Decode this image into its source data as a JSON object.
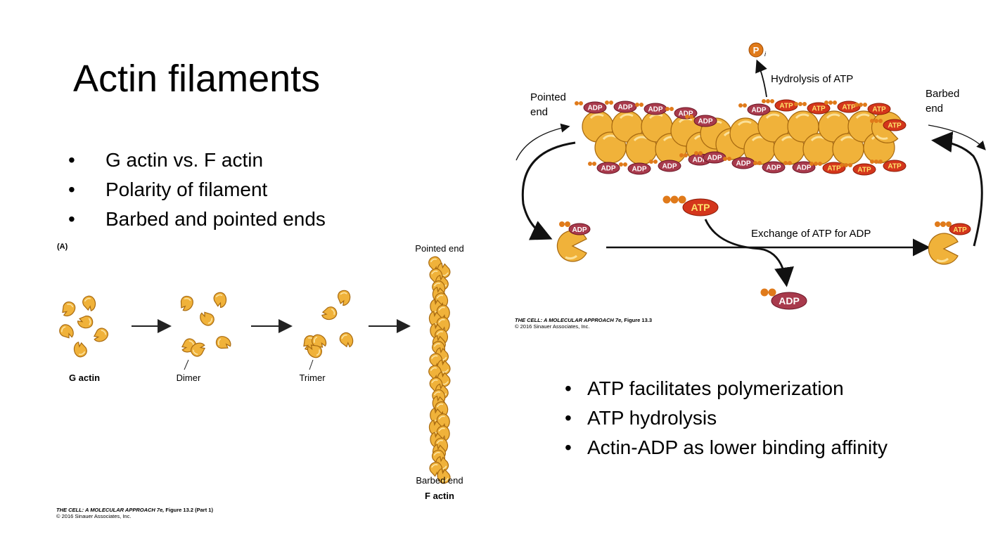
{
  "slide": {
    "title": "Actin filaments",
    "left_bullets": [
      "G actin vs. F actin",
      "Polarity of filament",
      "Barbed and pointed ends"
    ],
    "right_bullets": [
      "ATP facilitates polymerization",
      "ATP hydrolysis",
      "Actin-ADP as lower binding affinity"
    ],
    "bullet_char": "•"
  },
  "figure_a": {
    "panel_label": "(A)",
    "labels": {
      "g_actin": "G actin",
      "dimer": "Dimer",
      "trimer": "Trimer",
      "pointed_end": "Pointed end",
      "barbed_end": "Barbed end",
      "f_actin": "F actin"
    },
    "credit_italic": "THE CELL: A MOLECULAR APPROACH 7e,",
    "credit_plain": " Figure 13.2 (Part 1)",
    "credit_line2": "© 2016 Sinauer Associates, Inc."
  },
  "figure_b": {
    "labels": {
      "pointed": "Pointed",
      "pointed_end_word": "end",
      "barbed": "Barbed",
      "barbed_end_word": "end",
      "hydrolysis": "Hydrolysis of ATP",
      "pi": "P",
      "pi_sub": "i",
      "exchange": "Exchange of ATP for ADP",
      "atp": "ATP",
      "adp": "ADP"
    },
    "credit_italic": "THE CELL: A MOLECULAR APPROACH 7e,",
    "credit_plain": " Figure 13.3",
    "credit_line2": "© 2016 Sinauer Associates, Inc."
  },
  "colors": {
    "actin_fill": "#f0b23a",
    "actin_stroke": "#a86a10",
    "adp_fill": "#a83a4c",
    "atp_fill": "#d4361c",
    "atp_text": "#ffe36a",
    "phosphate": "#e07a1a"
  }
}
